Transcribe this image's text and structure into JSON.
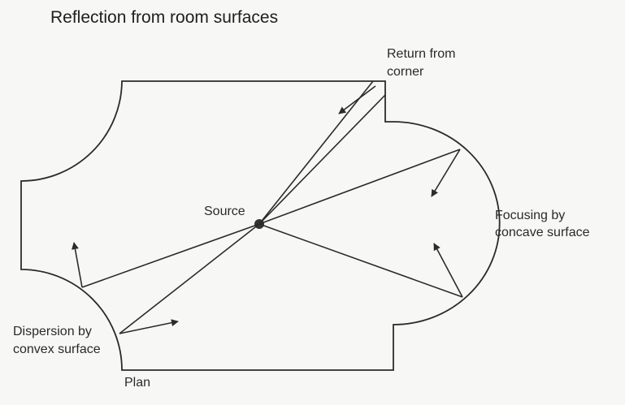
{
  "title": "Reflection from room surfaces",
  "labels": {
    "return_line1": "Return from",
    "return_line2": "corner",
    "source": "Source",
    "focusing_line1": "Focusing by",
    "focusing_line2": "concave surface",
    "dispersion_line1": "Dispersion by",
    "dispersion_line2": "convex surface",
    "plan": "Plan"
  },
  "colors": {
    "ink": "#2b2b2b",
    "background": "#f7f7f5"
  }
}
